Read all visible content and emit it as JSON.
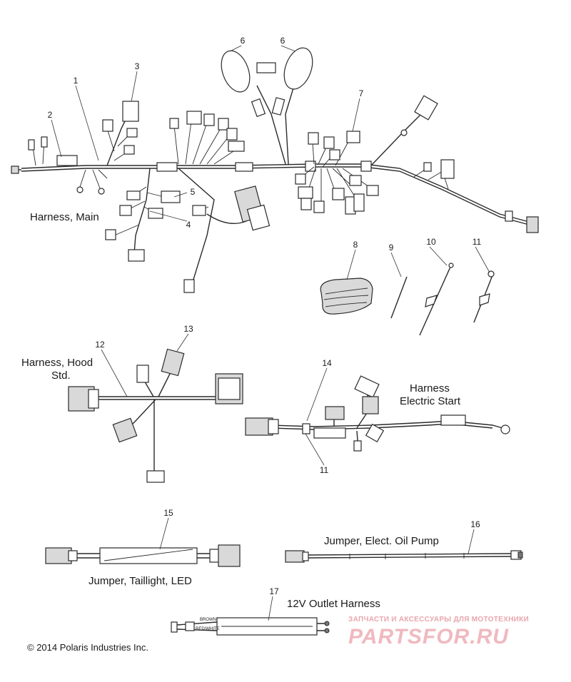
{
  "labels": {
    "harness_main": "Harness, Main",
    "harness_hood_line1": "Harness, Hood",
    "harness_hood_line2": "Std.",
    "harness_electric_line1": "Harness",
    "harness_electric_line2": "Electric Start",
    "jumper_taillight": "Jumper, Taillight, LED",
    "jumper_oil_pump": "Jumper, Elect. Oil Pump",
    "outlet_harness": "12V Outlet Harness",
    "wire_brown": "BROWN",
    "wire_red_white": "RED/WHITE"
  },
  "callouts": [
    "1",
    "2",
    "3",
    "4",
    "5",
    "6",
    "6",
    "7",
    "8",
    "9",
    "10",
    "11",
    "12",
    "13",
    "14",
    "11",
    "15",
    "16",
    "17"
  ],
  "footer": {
    "copyright": "© 2014 Polaris Industries Inc."
  },
  "watermark": {
    "tagline": "ЗАПЧАСТИ И АКСЕССУАРЫ ДЛЯ МОТОТЕХНИКИ",
    "logo": "PARTSFOR.RU"
  },
  "colors": {
    "line": "#2a2a2a",
    "watermark": "#e8a6ad"
  }
}
